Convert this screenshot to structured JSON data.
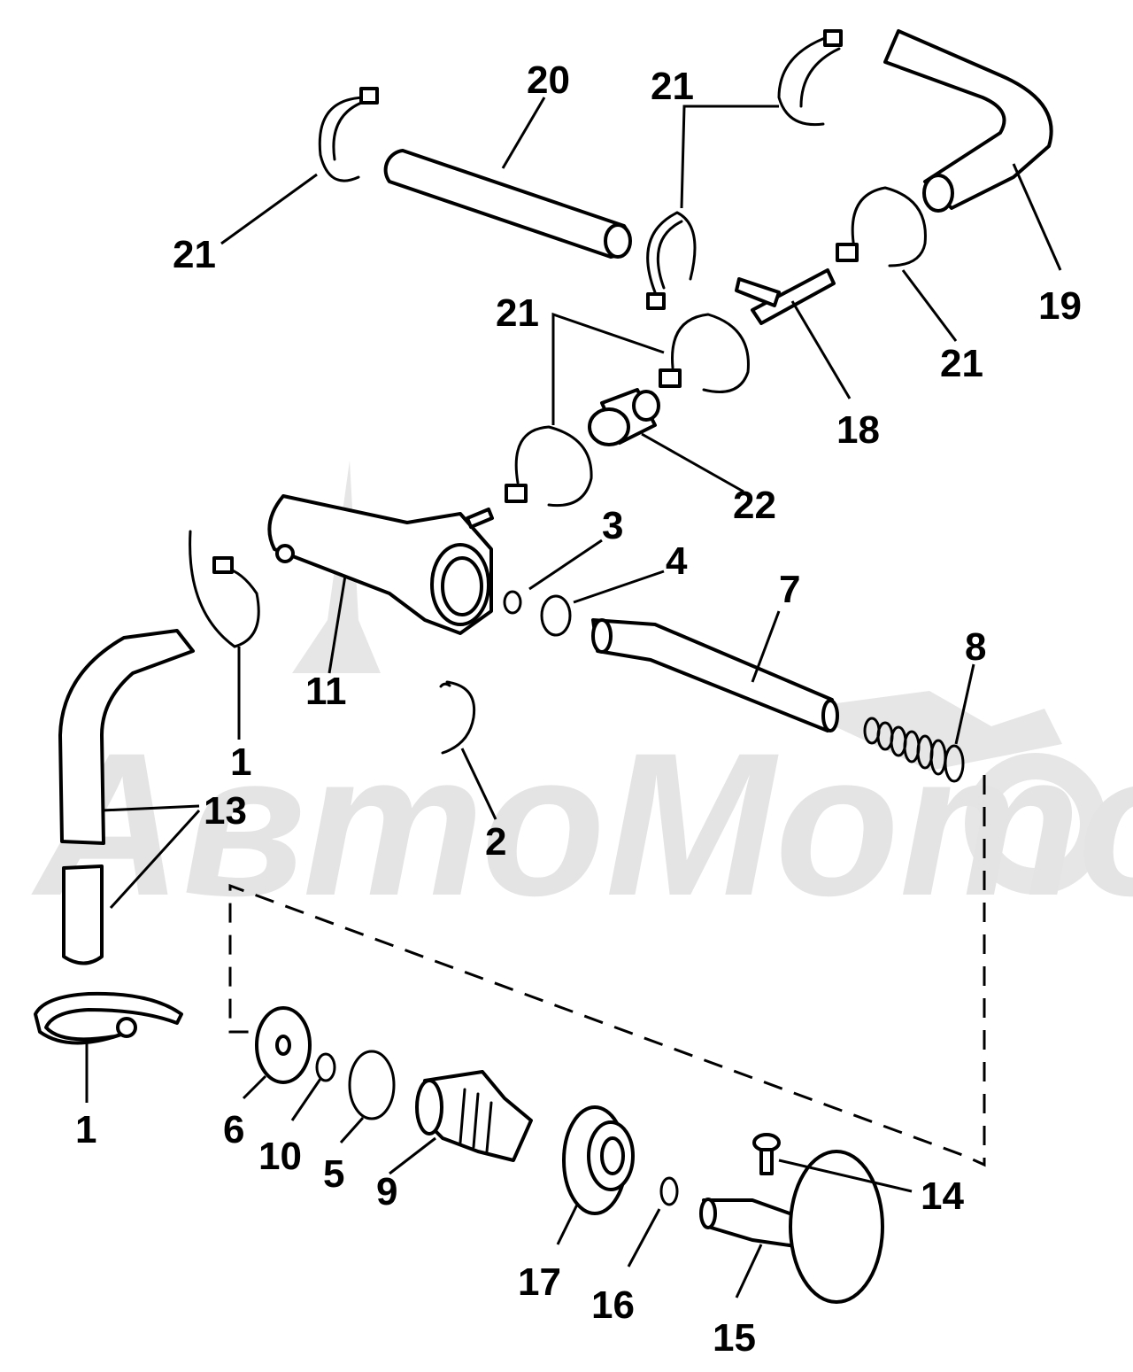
{
  "diagram": {
    "watermark_text": "АвтоМото",
    "labels": {
      "l1a": "1",
      "l1b": "1",
      "l2": "2",
      "l3": "3",
      "l4": "4",
      "l5": "5",
      "l6": "6",
      "l7": "7",
      "l8": "8",
      "l9": "9",
      "l10": "10",
      "l11": "11",
      "l13": "13",
      "l14": "14",
      "l15": "15",
      "l16": "16",
      "l17": "17",
      "l18": "18",
      "l19": "19",
      "l20": "20",
      "l21a": "21",
      "l21b": "21",
      "l21c": "21",
      "l21d": "21",
      "l22": "22"
    }
  }
}
